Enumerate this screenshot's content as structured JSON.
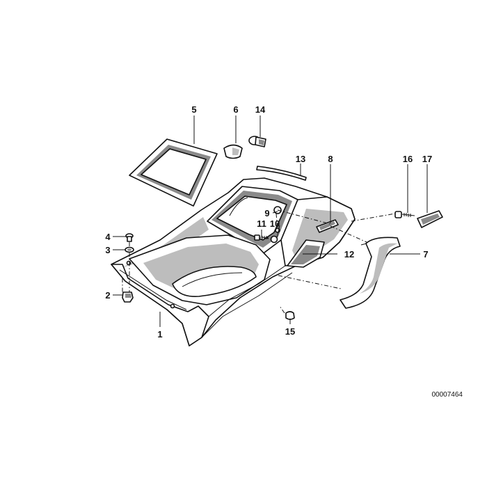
{
  "callouts": {
    "c1": "1",
    "c2": "2",
    "c3": "3",
    "c4": "4",
    "c5": "5",
    "c6": "6",
    "c7": "7",
    "c8": "8",
    "c9": "9",
    "c10": "10",
    "c11": "11",
    "c12": "12",
    "c13": "13",
    "c14": "14",
    "c15": "15",
    "c16": "16",
    "c17": "17"
  },
  "document_number": "00007464"
}
